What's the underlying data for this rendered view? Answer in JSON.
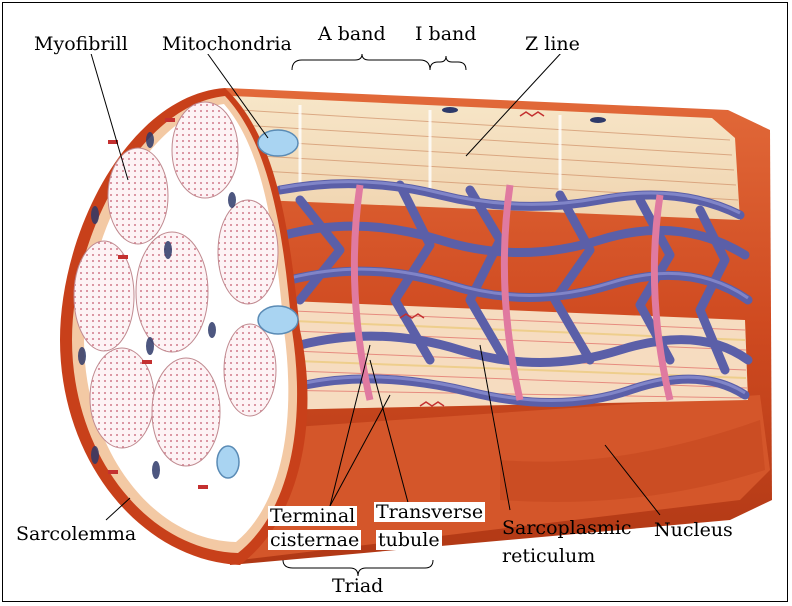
{
  "labels": {
    "myofibril": "Myofibrill",
    "mitochondria": "Mitochondria",
    "a_band": "A band",
    "i_band": "I band",
    "z_line": "Z line",
    "sarcolemma": "Sarcolemma",
    "terminal_cisternae_1": "Terminal",
    "terminal_cisternae_2": "cisternae",
    "transverse_tubule_1": "Transverse",
    "transverse_tubule_2": "tubule",
    "sarcoplasmic_reticulum_1": "Sarcoplasmic",
    "sarcoplasmic_reticulum_2": "reticulum",
    "nucleus": "Nucleus",
    "triad": "Triad"
  },
  "colors": {
    "membrane_outer": "#c8401a",
    "membrane_inner": "#f0b98e",
    "myofibril_face": "#fbeef0",
    "sarcoplasmic_reticulum": "#5b5fa8",
    "transverse_tubule": "#e07aa0",
    "mitochondria": "#a9d4f2",
    "striation_red": "#d04848",
    "striation_yellow": "#f0d890"
  }
}
